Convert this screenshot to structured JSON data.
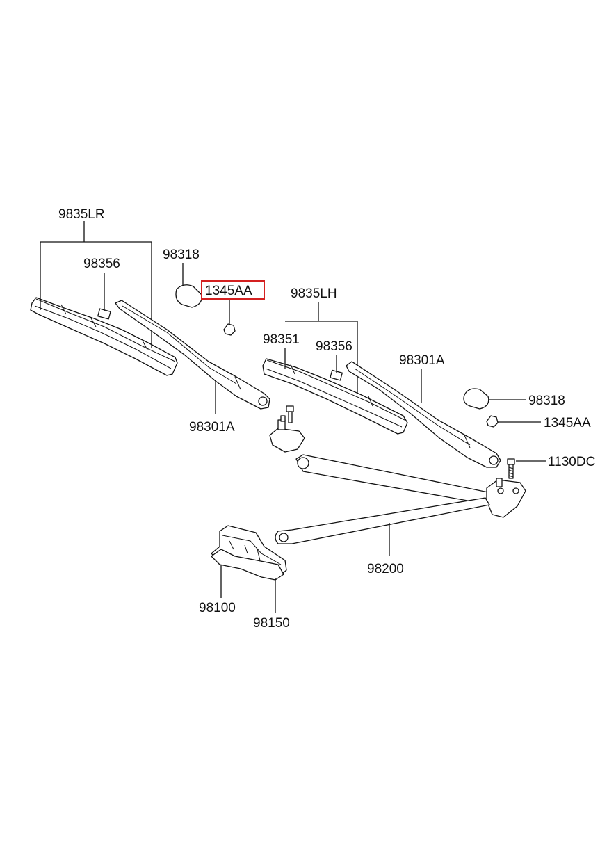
{
  "diagram": {
    "highlight_color": "#d42020",
    "labels": {
      "blade_assembly_rh": "9835LR",
      "refill_rh": "98356",
      "cap_rh": "98318",
      "nut_rh_highlighted": "1345AA",
      "arm_rh": "98301A",
      "blade_assembly_lh": "9835LH",
      "blade_lh": "98351",
      "refill_lh": "98356",
      "arm_lh": "98301A",
      "cap_lh": "98318",
      "nut_lh": "1345AA",
      "bolt": "1130DC",
      "linkage": "98200",
      "motor": "98100",
      "motor_cover": "98150"
    }
  }
}
